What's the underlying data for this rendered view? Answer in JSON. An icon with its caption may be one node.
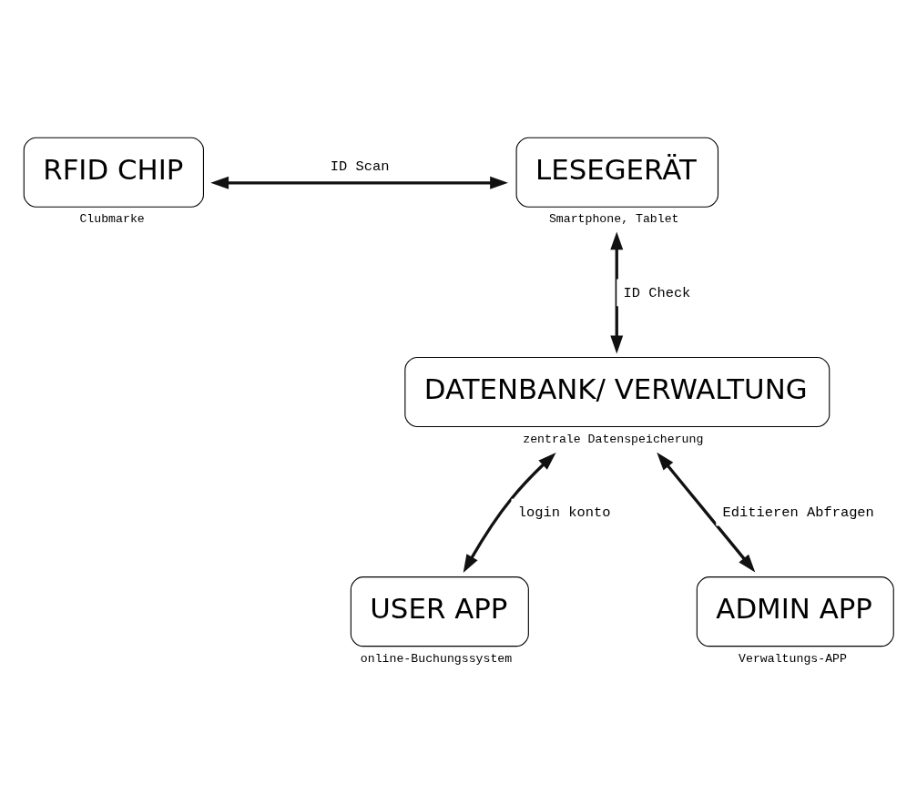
{
  "diagram": {
    "nodes": [
      {
        "text": [
          "RFID CHIP"
        ],
        "beside": [
          "Clubmarke"
        ]
      },
      {
        "text": [
          "LESEGERÄT"
        ],
        "beside": [
          "Smartphone, Tablet"
        ]
      },
      {
        "text": [
          "DATENBANK/ VERWALTUNG"
        ],
        "beside": [
          "zentrale Datenspeicherung"
        ]
      },
      {
        "text": [
          "USER APP"
        ],
        "beside": [
          "online-Buchungssystem"
        ]
      },
      {
        "text": [
          "ADMIN APP"
        ],
        "beside": [
          "Verwaltungs-APP"
        ]
      }
    ],
    "edges": [
      {
        "from": 0,
        "to": 1,
        "arrow": "both",
        "label": "ID Scan"
      },
      {
        "from": 1,
        "to": 2,
        "arrow": "both",
        "label": "ID Check"
      },
      {
        "from": 2,
        "to": 3,
        "arrow": "both",
        "label": "login konto"
      },
      {
        "from": 2,
        "to": 4,
        "arrow": "both",
        "label": "Editieren Abfragen"
      }
    ]
  }
}
